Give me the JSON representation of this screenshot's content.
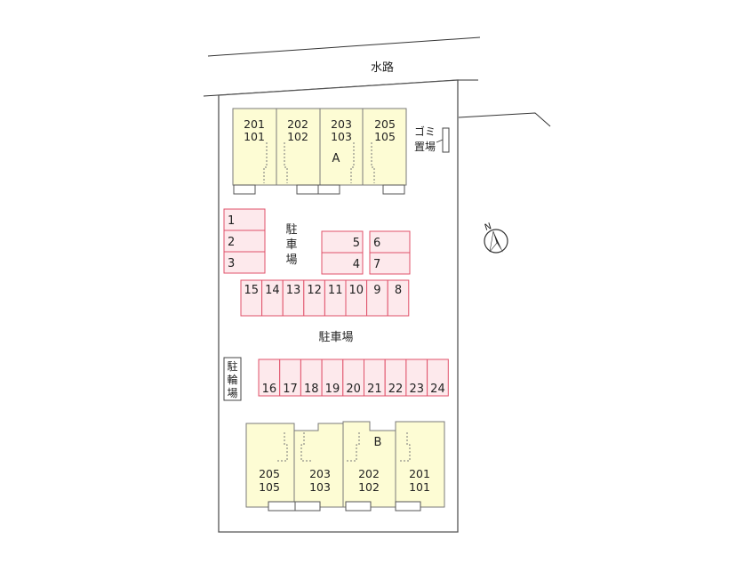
{
  "map": {
    "waterway_label": "水路",
    "garbage_label_line1": "ゴミ",
    "garbage_label_line2": "置場",
    "parking_label_small": [
      "駐",
      "車",
      "場"
    ],
    "parking_label_main": "駐車場",
    "bicycle_label": [
      "駐",
      "輪",
      "場"
    ],
    "compass_label": "N",
    "building_a": {
      "name": "A",
      "units": [
        {
          "upper": "201",
          "lower": "101"
        },
        {
          "upper": "202",
          "lower": "102"
        },
        {
          "upper": "203",
          "lower": "103"
        },
        {
          "upper": "205",
          "lower": "105"
        }
      ]
    },
    "building_b": {
      "name": "B",
      "units": [
        {
          "upper": "205",
          "lower": "105"
        },
        {
          "upper": "203",
          "lower": "103"
        },
        {
          "upper": "202",
          "lower": "102"
        },
        {
          "upper": "201",
          "lower": "101"
        }
      ]
    },
    "parking_left": [
      "1",
      "2",
      "3"
    ],
    "parking_mid_left": [
      "5",
      "4"
    ],
    "parking_mid_right": [
      "6",
      "7"
    ],
    "parking_row_upper": [
      "15",
      "14",
      "13",
      "12",
      "11",
      "10",
      "9",
      "8"
    ],
    "parking_row_lower": [
      "16",
      "17",
      "18",
      "19",
      "20",
      "21",
      "22",
      "23",
      "24"
    ],
    "colors": {
      "building_fill": "#fdfcd4",
      "building_stroke": "#7a7a7a",
      "parking_fill": "#fde9ec",
      "parking_stroke": "#e0516a",
      "lot_stroke": "#555555"
    }
  }
}
